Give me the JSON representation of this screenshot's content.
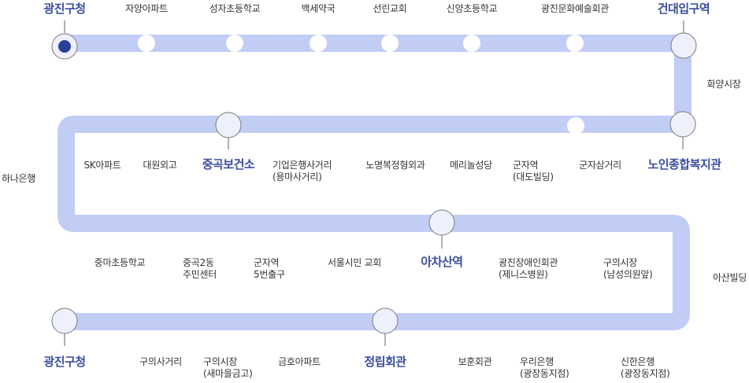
{
  "colors": {
    "route": "#c2cdf5",
    "stop_fill": "#ffffff",
    "major_ring": "#7a7a7a",
    "major_fill": "#eef0fb",
    "start_dot": "#2a3f9a",
    "major_text": "#3a4e9e",
    "text": "#333333"
  },
  "stops": {
    "row1": [
      {
        "id": "gwangjin-gucheong-top",
        "label": "광진구청",
        "major": true,
        "start": true
      },
      {
        "id": "jayang-apt",
        "label": "자양아파트"
      },
      {
        "id": "seongja-elem",
        "label": "성자초등학교"
      },
      {
        "id": "baekse-pharmacy",
        "label": "백세약국"
      },
      {
        "id": "seonlin-church",
        "label": "선린교회"
      },
      {
        "id": "sinyang-elem",
        "label": "신양초등학교"
      },
      {
        "id": "gwangjin-arts",
        "label": "광진문화예술회관"
      },
      {
        "id": "konkuk-station",
        "label": "건대입구역",
        "major": true
      }
    ],
    "right1": {
      "id": "hwayang-market",
      "label": "화양시장"
    },
    "row2": [
      {
        "id": "sk-apt",
        "label": "SK아파트"
      },
      {
        "id": "daewon-foreign",
        "label": "대원외고"
      },
      {
        "id": "junggok-health",
        "label": "중곡보건소",
        "major": true
      },
      {
        "id": "ibk-crossroad",
        "label": "기업은행사거리\n(용마사거리)"
      },
      {
        "id": "nomyeong-clinic",
        "label": "노명복정형외과"
      },
      {
        "id": "merinol-church",
        "label": "메리놀성당"
      },
      {
        "id": "gunja-station",
        "label": "군자역\n(대도빌딩)"
      },
      {
        "id": "gunja-3way",
        "label": "군자삼거리"
      },
      {
        "id": "senior-welfare",
        "label": "노인종합복지관",
        "major": true
      }
    ],
    "left2": {
      "id": "hana-bank",
      "label": "하나은행"
    },
    "row3": [
      {
        "id": "jungma-elem",
        "label": "중마초등학교"
      },
      {
        "id": "junggok2-center",
        "label": "중곡2동\n주민센터"
      },
      {
        "id": "gunja-exit5",
        "label": "군자역\n5번출구"
      },
      {
        "id": "seoul-citizen-church",
        "label": "서울시민 교회"
      },
      {
        "id": "achasan-station",
        "label": "아차산역",
        "major": true
      },
      {
        "id": "gwangjin-disabled-hall",
        "label": "광진장애인회관\n(제니스병원)"
      },
      {
        "id": "guui-market-hospital",
        "label": "구의시장\n(남성의원앞)"
      }
    ],
    "right3": {
      "id": "asan-building",
      "label": "아산빌딩"
    },
    "row4": [
      {
        "id": "gwangjin-gucheong-bottom",
        "label": "광진구청",
        "major": true
      },
      {
        "id": "guui-crossroad",
        "label": "구의사거리"
      },
      {
        "id": "guui-market-saemaeul",
        "label": "구의시장\n(새마을금고)"
      },
      {
        "id": "geumho-apt",
        "label": "금호아파트"
      },
      {
        "id": "jeongnip-hall",
        "label": "정립회관",
        "major": true
      },
      {
        "id": "bohun-hall",
        "label": "보훈회관"
      },
      {
        "id": "woori-bank",
        "label": "우리은행\n(광장동지점)"
      },
      {
        "id": "shinhan-bank",
        "label": "신한은행\n(광장동지점)"
      }
    ]
  }
}
